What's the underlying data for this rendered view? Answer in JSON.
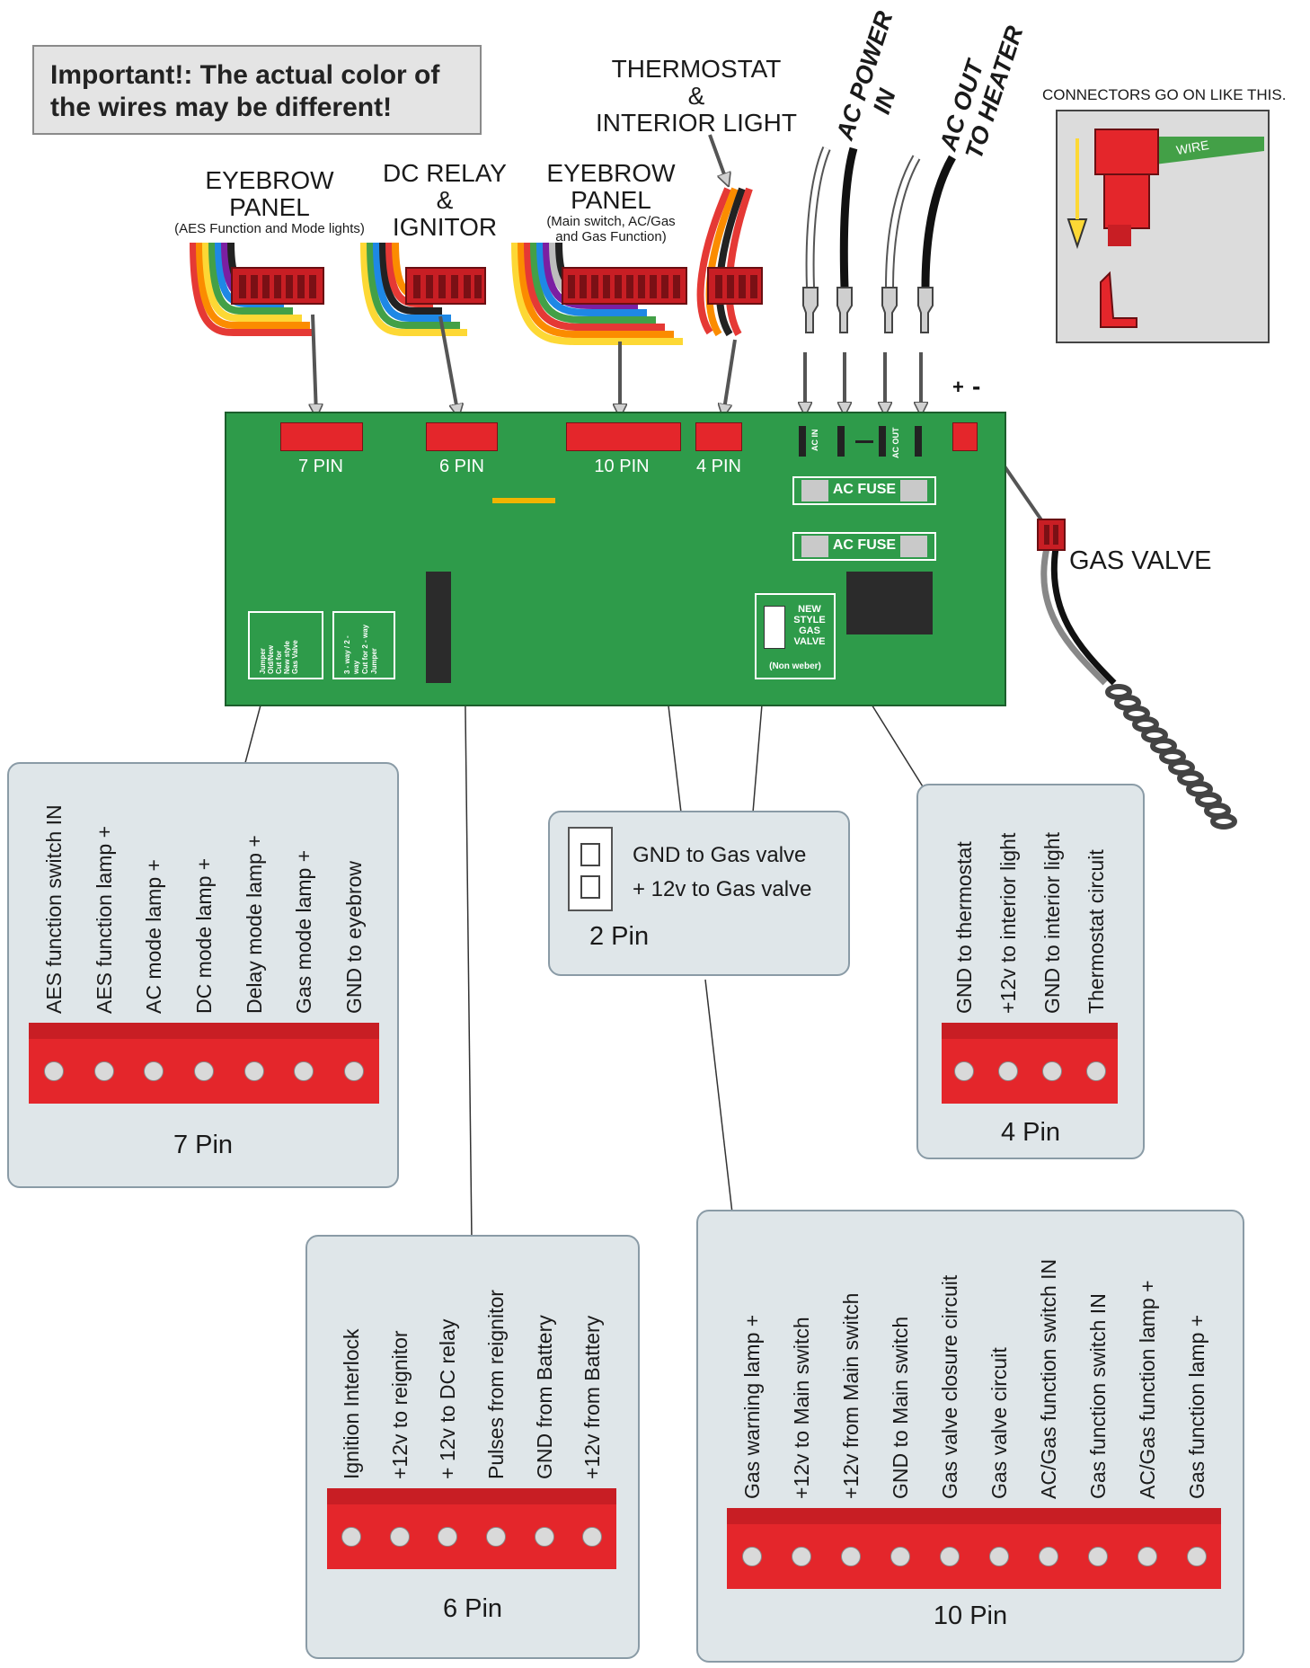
{
  "note": {
    "line1": "Important!: The actual color of",
    "line2": "the wires may be different!"
  },
  "labels": {
    "eyebrow1_title1": "EYEBROW",
    "eyebrow1_title2": "PANEL",
    "eyebrow1_sub": "(AES Function and Mode lights)",
    "dc_title1": "DC RELAY",
    "dc_title2": "&",
    "dc_title3": "IGNITOR",
    "eyebrow2_title1": "EYEBROW",
    "eyebrow2_title2": "PANEL",
    "eyebrow2_sub1": "(Main switch, AC/Gas",
    "eyebrow2_sub2": "and Gas Function)",
    "thermo1": "THERMOSTAT",
    "thermo2": "&",
    "thermo3": "INTERIOR LIGHT",
    "ac_power": "AC POWER",
    "ac_power_in": "IN",
    "ac_out": "AC OUT",
    "ac_out_heater": "TO HEATER",
    "connectors_title": "CONNECTORS GO ON LIKE THIS.",
    "wire": "WIRE",
    "gas_valve": "GAS VALVE"
  },
  "board": {
    "pin7": "7 PIN",
    "pin6": "6 PIN",
    "pin10": "10 PIN",
    "pin4": "4 PIN",
    "ac_in": "AC IN",
    "ac_out": "AC OUT",
    "ac_fuse": "AC FUSE",
    "plus": "+",
    "minus": "-",
    "new_style": "NEW",
    "new_style2": "STYLE",
    "new_style3": "GAS",
    "new_style4": "VALVE",
    "non_weber": "(Non weber)",
    "jumper_a1": "Jumper",
    "jumper_a2": "Old/New",
    "jumper_a3": "Cut for",
    "jumper_a4": "New style",
    "jumper_a5": "Gas Valve",
    "jumper_b1": "3 - way / 2 - way",
    "jumper_b2": "Cut for 2 - way",
    "jumper_b3": "Jumper"
  },
  "panel7": {
    "pins": [
      "AES function switch IN",
      "AES function lamp +",
      "AC mode lamp +",
      "DC mode lamp +",
      "Delay mode lamp +",
      "Gas mode lamp +",
      "GND to eyebrow"
    ],
    "caption": "7 Pin"
  },
  "panel2": {
    "pins": [
      "GND to Gas valve",
      "+ 12v to Gas valve"
    ],
    "caption": "2 Pin"
  },
  "panel4": {
    "pins": [
      "GND to thermostat",
      "+12v to interior light",
      "GND to interior light",
      "Thermostat circuit"
    ],
    "caption": "4 Pin"
  },
  "panel6": {
    "pins": [
      "Ignition Interlock",
      "+12v to reignitor",
      "+ 12v to DC relay",
      "Pulses from reignitor",
      "GND from Battery",
      "+12v from Battery"
    ],
    "caption": "6 Pin"
  },
  "panel10": {
    "pins": [
      "Gas warning lamp +",
      "+12v to Main switch",
      "+12v from Main switch",
      "GND to Main switch",
      "Gas valve closure circuit",
      "Gas valve circuit",
      "AC/Gas function switch IN",
      "Gas function switch IN",
      "AC/Gas function lamp +",
      "Gas function lamp +"
    ],
    "caption": "10 Pin"
  },
  "colors": {
    "board": "#2e9b4a",
    "connector": "#e4262b",
    "panel": "#dfe6e9"
  }
}
